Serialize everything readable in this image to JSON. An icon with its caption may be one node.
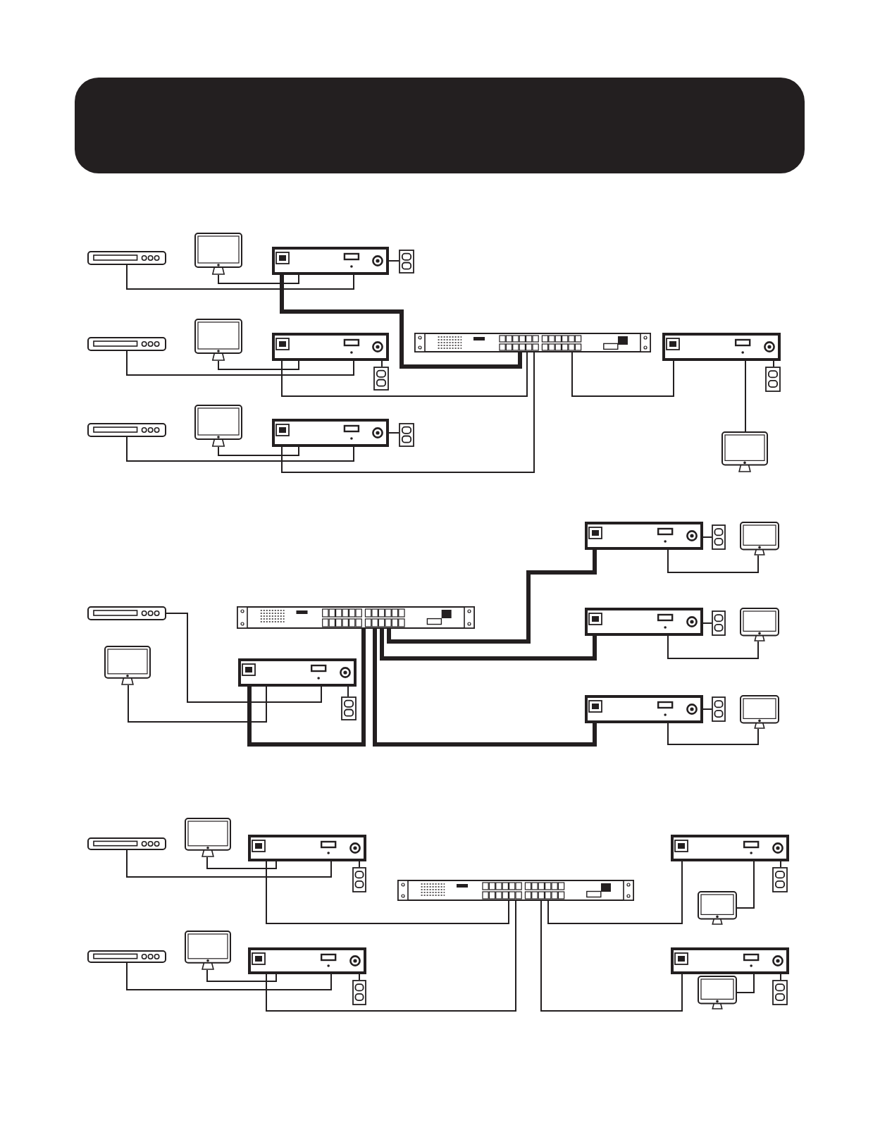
{
  "diagram": {
    "nodes": [
      {
        "text": [],
        "shape": "player"
      },
      {
        "text": [],
        "shape": "monitor"
      },
      {
        "text": [],
        "shape": "box"
      },
      {
        "text": [],
        "shape": "outlet"
      },
      {
        "text": [],
        "shape": "switch"
      },
      {
        "text": [],
        "shape": "player"
      },
      {
        "text": [],
        "shape": "monitor"
      },
      {
        "text": [],
        "shape": "box"
      },
      {
        "text": [],
        "shape": "outlet"
      },
      {
        "text": [],
        "shape": "box"
      },
      {
        "text": [],
        "shape": "outlet"
      },
      {
        "text": [],
        "shape": "player"
      },
      {
        "text": [],
        "shape": "monitor"
      },
      {
        "text": [],
        "shape": "box"
      },
      {
        "text": [],
        "shape": "outlet"
      },
      {
        "text": [],
        "shape": "monitor"
      },
      {
        "text": [],
        "shape": "box"
      },
      {
        "text": [],
        "shape": "outlet"
      },
      {
        "text": [],
        "shape": "monitor"
      },
      {
        "text": [],
        "shape": "player"
      },
      {
        "text": [],
        "shape": "switch"
      },
      {
        "text": [],
        "shape": "box"
      },
      {
        "text": [],
        "shape": "outlet"
      },
      {
        "text": [],
        "shape": "monitor"
      },
      {
        "text": [],
        "shape": "monitor"
      },
      {
        "text": [],
        "shape": "box"
      },
      {
        "text": [],
        "shape": "outlet"
      },
      {
        "text": [],
        "shape": "box"
      },
      {
        "text": [],
        "shape": "outlet"
      },
      {
        "text": [],
        "shape": "monitor"
      },
      {
        "text": [],
        "shape": "player"
      },
      {
        "text": [],
        "shape": "monitor"
      },
      {
        "text": [],
        "shape": "box"
      },
      {
        "text": [],
        "shape": "box"
      },
      {
        "text": [],
        "shape": "outlet"
      },
      {
        "text": [],
        "shape": "outlet"
      },
      {
        "text": [],
        "shape": "switch"
      },
      {
        "text": [],
        "shape": "monitor"
      },
      {
        "text": [],
        "shape": "player"
      },
      {
        "text": [],
        "shape": "monitor"
      },
      {
        "text": [],
        "shape": "box"
      },
      {
        "text": [],
        "shape": "box"
      },
      {
        "text": [],
        "shape": "outlet"
      },
      {
        "text": [],
        "shape": "outlet"
      },
      {
        "text": [],
        "shape": "monitor"
      }
    ],
    "edges": [
      {
        "from": 0,
        "to": 2,
        "arrow": "none"
      },
      {
        "from": 1,
        "to": 2,
        "arrow": "none"
      },
      {
        "from": 2,
        "to": 3,
        "arrow": "none"
      },
      {
        "from": 2,
        "to": 4,
        "arrow": "none",
        "style": "thick"
      },
      {
        "from": 5,
        "to": 7,
        "arrow": "none"
      },
      {
        "from": 6,
        "to": 7,
        "arrow": "none"
      },
      {
        "from": 7,
        "to": 8,
        "arrow": "none"
      },
      {
        "from": 7,
        "to": 4,
        "arrow": "none"
      },
      {
        "from": 11,
        "to": 13,
        "arrow": "none"
      },
      {
        "from": 12,
        "to": 13,
        "arrow": "none"
      },
      {
        "from": 13,
        "to": 14,
        "arrow": "none"
      },
      {
        "from": 13,
        "to": 4,
        "arrow": "none"
      },
      {
        "from": 4,
        "to": 9,
        "arrow": "none"
      },
      {
        "from": 9,
        "to": 10,
        "arrow": "none"
      },
      {
        "from": 9,
        "to": 15,
        "arrow": "none"
      },
      {
        "from": 16,
        "to": 17,
        "arrow": "none"
      },
      {
        "from": 16,
        "to": 18,
        "arrow": "none"
      },
      {
        "from": 19,
        "to": 25,
        "arrow": "none"
      },
      {
        "from": 20,
        "to": 16,
        "arrow": "none",
        "style": "thick"
      },
      {
        "from": 21,
        "to": 22,
        "arrow": "none"
      },
      {
        "from": 21,
        "to": 23,
        "arrow": "none"
      },
      {
        "from": 20,
        "to": 21,
        "arrow": "none",
        "style": "thick"
      },
      {
        "from": 24,
        "to": 25,
        "arrow": "none"
      },
      {
        "from": 25,
        "to": 26,
        "arrow": "none"
      },
      {
        "from": 25,
        "to": 20,
        "arrow": "none",
        "style": "thick"
      },
      {
        "from": 20,
        "to": 27,
        "arrow": "none",
        "style": "thick"
      },
      {
        "from": 27,
        "to": 28,
        "arrow": "none"
      },
      {
        "from": 27,
        "to": 29,
        "arrow": "none"
      },
      {
        "from": 30,
        "to": 32,
        "arrow": "none"
      },
      {
        "from": 31,
        "to": 32,
        "arrow": "none"
      },
      {
        "from": 32,
        "to": 34,
        "arrow": "none"
      },
      {
        "from": 32,
        "to": 36,
        "arrow": "none"
      },
      {
        "from": 36,
        "to": 33,
        "arrow": "none"
      },
      {
        "from": 33,
        "to": 35,
        "arrow": "none"
      },
      {
        "from": 33,
        "to": 37,
        "arrow": "none"
      },
      {
        "from": 38,
        "to": 40,
        "arrow": "none"
      },
      {
        "from": 39,
        "to": 40,
        "arrow": "none"
      },
      {
        "from": 40,
        "to": 42,
        "arrow": "none"
      },
      {
        "from": 40,
        "to": 36,
        "arrow": "none"
      },
      {
        "from": 36,
        "to": 41,
        "arrow": "none"
      },
      {
        "from": 41,
        "to": 43,
        "arrow": "none"
      },
      {
        "from": 41,
        "to": 44,
        "arrow": "none"
      }
    ]
  }
}
